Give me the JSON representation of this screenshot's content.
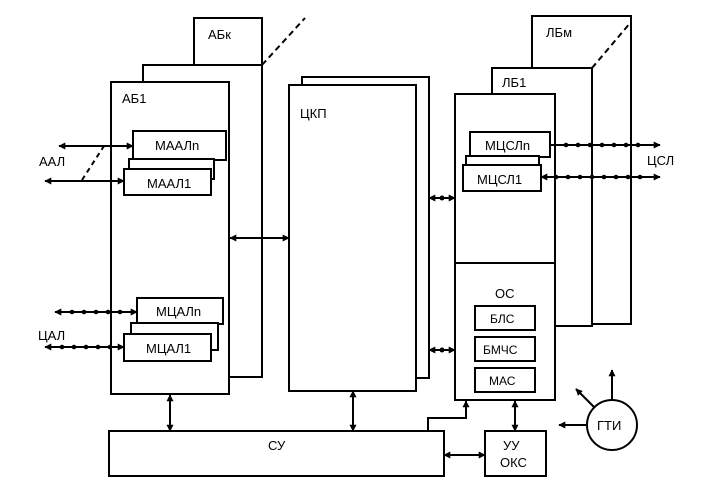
{
  "labels": {
    "abk": "АБк",
    "ab1": "АБ1",
    "aal": "ААЛ",
    "maal_n": "МААЛn",
    "maal_1": "МААЛ1",
    "tsal": "ЦАЛ",
    "mtsal_n": "МЦАЛn",
    "mtsal_1": "МЦАЛ1",
    "tskp": "ЦКП",
    "lbm": "ЛБм",
    "lb1": "ЛБ1",
    "mtssl_n": "МЦСЛn",
    "mtssl_1": "МЦСЛ1",
    "tssl": "ЦСЛ",
    "os": "ОС",
    "bls": "БЛС",
    "bmchs": "БМЧС",
    "mas": "МАС",
    "su": "СУ",
    "uu": "УУ",
    "oks": "ОКС",
    "gti": "ГТИ"
  }
}
